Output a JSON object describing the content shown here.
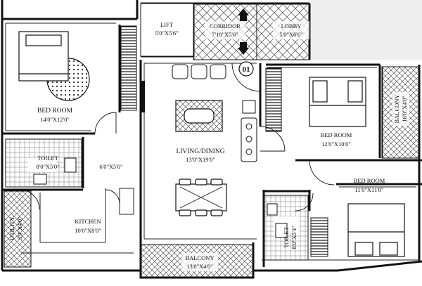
{
  "plan": {
    "unit_number": "01",
    "rooms": {
      "bed_room_1": {
        "name": "BED ROOM",
        "size": "14'0\"X12'0\""
      },
      "toilet_1": {
        "name": "TOILET",
        "size": "8'0\"X5'0\""
      },
      "dress_passage": {
        "size": "6'0\"X5'0\""
      },
      "utility": {
        "name": "UTILITY",
        "size": "3'9\"X4'0\""
      },
      "kitchen": {
        "name": "KITCHEN",
        "size": "10'0\"X8'0\""
      },
      "lift": {
        "name": "LIFT",
        "size": "5'0\"X5'6\""
      },
      "corridor": {
        "name": "CORRIDOR",
        "size": "7'10\"X5'6\""
      },
      "lobby": {
        "name": "LOBBY",
        "size": "5'0\"X6'6\""
      },
      "living_dining": {
        "name": "LIVING/DINING",
        "size": "13'0\"X19'0\""
      },
      "bed_room_2": {
        "name": "BED ROOM",
        "size": "12'0\"X10'0\""
      },
      "balcony_right": {
        "name": "BALCONY",
        "size": "10'0\"X4'0\""
      },
      "bed_room_3": {
        "name": "BED ROOM",
        "size": "11'0\"X11'0\""
      },
      "toilet_2": {
        "name": "TOILET",
        "size": "8'0\"X5'4\""
      },
      "balcony_bottom": {
        "name": "BALCONY",
        "size": "13'0\"X4'0\""
      }
    }
  }
}
